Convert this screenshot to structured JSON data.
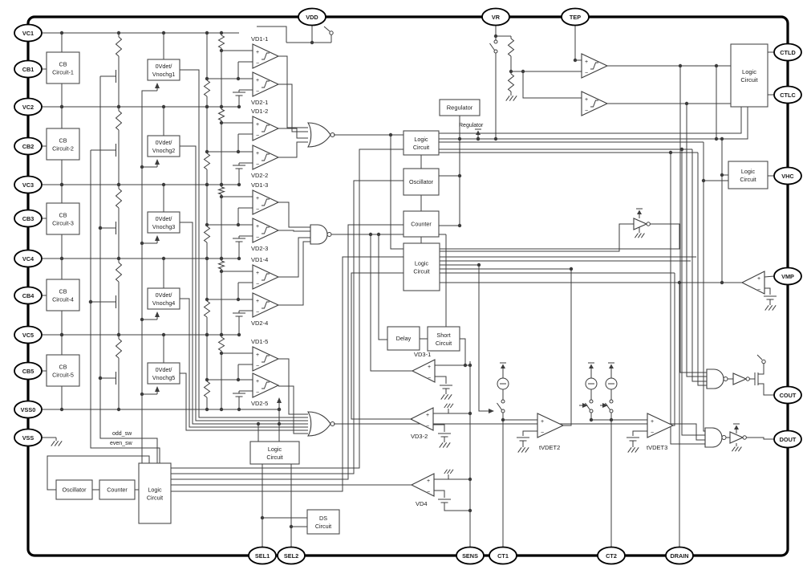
{
  "pins": {
    "left": [
      "VC1",
      "CB1",
      "VC2",
      "CB2",
      "VC3",
      "CB3",
      "VC4",
      "CB4",
      "VC5",
      "CB5",
      "VSS0",
      "VSS"
    ],
    "top": [
      "VDD",
      "VR",
      "TEP"
    ],
    "right": [
      "CTLD",
      "CTLC",
      "VHC",
      "VMP",
      "COUT",
      "DOUT"
    ],
    "bottom": [
      "SEL1",
      "SEL2",
      "SENS",
      "CT1",
      "CT2",
      "DRAIN"
    ]
  },
  "blocks": {
    "cb": [
      {
        "l1": "CB",
        "l2": "Circuit-1"
      },
      {
        "l1": "CB",
        "l2": "Circuit-2"
      },
      {
        "l1": "CB",
        "l2": "Circuit-3"
      },
      {
        "l1": "CB",
        "l2": "Circuit-4"
      },
      {
        "l1": "CB",
        "l2": "Circuit-5"
      }
    ],
    "vdet": [
      {
        "l1": "0Vdet/",
        "l2": "Vnochg1"
      },
      {
        "l1": "0Vdet/",
        "l2": "Vnochg2"
      },
      {
        "l1": "0Vdet/",
        "l2": "Vnochg3"
      },
      {
        "l1": "0Vdet/",
        "l2": "Vnochg4"
      },
      {
        "l1": "0Vdet/",
        "l2": "Vnochg5"
      }
    ],
    "regulator": "Regulator",
    "logic_top": {
      "l1": "Logic",
      "l2": "Circuit"
    },
    "oscillator_mid": "Oscillator",
    "counter_mid": "Counter",
    "logic_mid": {
      "l1": "Logic",
      "l2": "Circuit"
    },
    "delay": "Delay",
    "short_circuit": {
      "l1": "Short",
      "l2": "Circuit"
    },
    "logic_ctl": {
      "l1": "Logic",
      "l2": "Circuit"
    },
    "logic_vhc": {
      "l1": "Logic",
      "l2": "Circuit"
    },
    "logic_sel": {
      "l1": "Logic",
      "l2": "Circuit"
    },
    "oscillator_bl": "Oscillator",
    "counter_bl": "Counter",
    "logic_bl": {
      "l1": "Logic",
      "l2": "Circuit"
    },
    "ds": {
      "l1": "DS",
      "l2": "Circuit"
    }
  },
  "comparators": {
    "vd1": [
      "VD1-1",
      "VD1-2",
      "VD1-3",
      "VD1-4",
      "VD1-5"
    ],
    "vd2": [
      "VD2-1",
      "VD2-2",
      "VD2-3",
      "VD2-4",
      "VD2-5"
    ],
    "vd3": [
      "VD3-1",
      "VD3-2"
    ],
    "vd4": "VD4",
    "tvdet2": "tVDET2",
    "tvdet3": "tVDET3"
  },
  "net_labels": {
    "regulator": "Regulator",
    "odd_sw": "odd_sw",
    "even_sw": "even_sw"
  },
  "symbols": {
    "plus": "+",
    "minus": "−"
  },
  "colors": {
    "wire": "#3c3c3c",
    "block_border": "#4a4a4a",
    "text": "#1a1a1a",
    "chip_border": "#000000",
    "background": "#ffffff"
  }
}
